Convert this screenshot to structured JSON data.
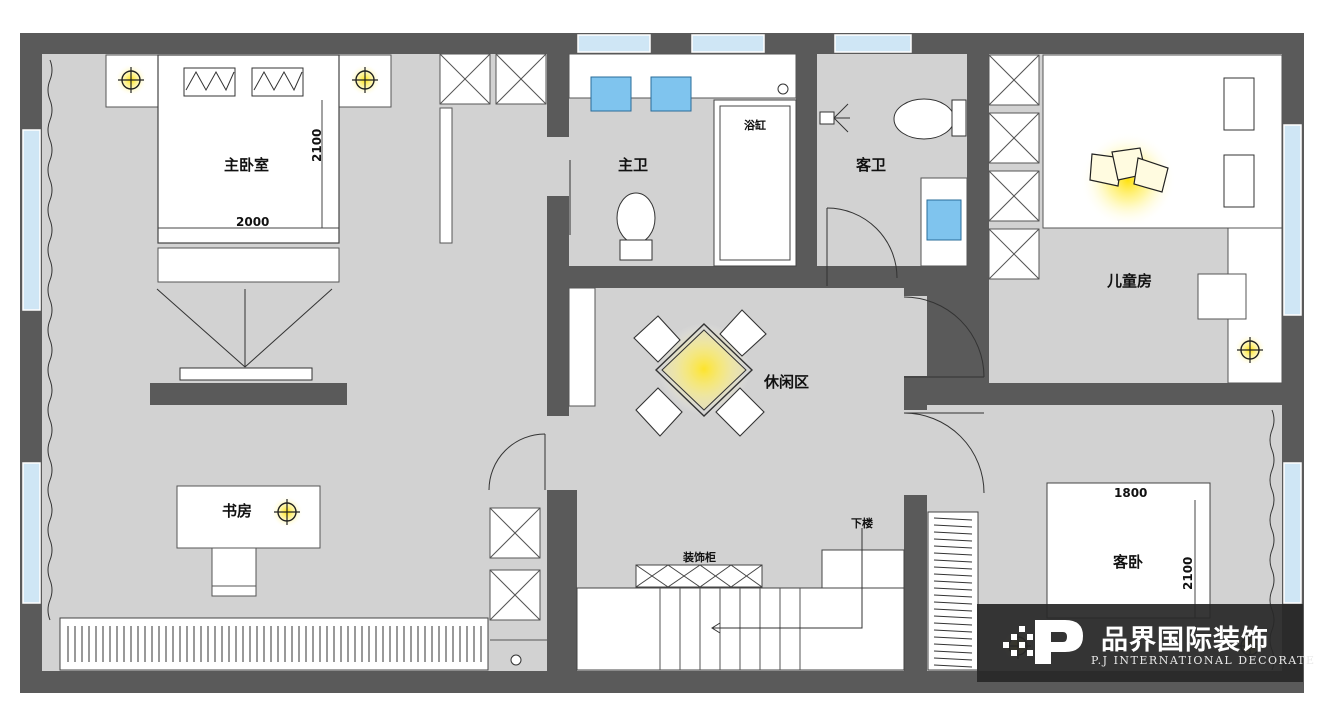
{
  "rooms": {
    "master_bedroom": "主卧室",
    "master_bath": "主卫",
    "bathtub": "浴缸",
    "guest_bath": "客卫",
    "kids_room": "儿童房",
    "lounge": "休闲区",
    "study": "书房",
    "guest_bedroom": "客卧",
    "decor_cabinet": "装饰柜",
    "downstairs": "下楼"
  },
  "dimensions": {
    "master_bed_width": "2000",
    "master_bed_length": "2100",
    "guest_bed_width": "1800",
    "guest_bed_length": "2100"
  },
  "brand": {
    "name": "品界国际装饰",
    "subtitle": "P.J INTERNATIONAL DECORATE"
  },
  "colors": {
    "wall": "#5a5a5a",
    "floor": "#d2d2d2",
    "light_glow": "#ffe000",
    "basin": "#7fc4ee",
    "window": "#cfe6f5"
  }
}
